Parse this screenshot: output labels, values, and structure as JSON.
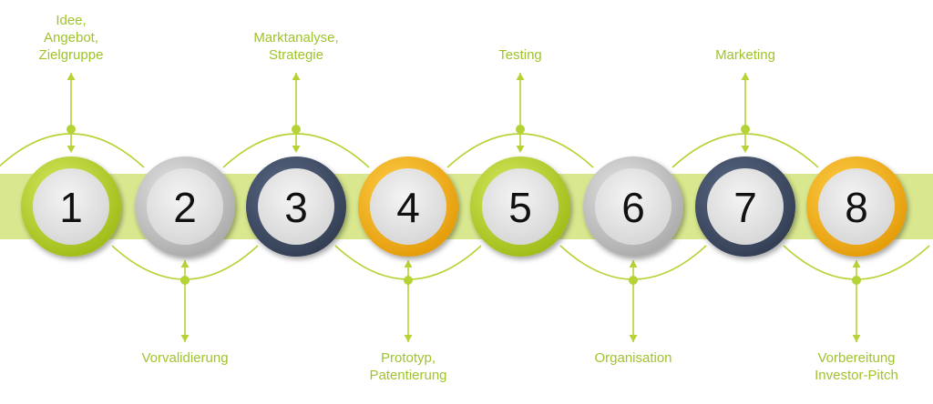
{
  "colors": {
    "band": "#d9e88f",
    "line": "#b5d334",
    "label": "#9fc32b",
    "ring_green": "#b5cf2a",
    "ring_gray": "#c9c9c9",
    "ring_navy": "#44516a",
    "ring_orange": "#f3ae18",
    "inner_fill": "#eaeaea",
    "number": "#111111"
  },
  "steps": [
    {
      "number": "1",
      "label": "Idee,\nAngebot,\nZielgruppe",
      "position": "top",
      "ring": "green"
    },
    {
      "number": "2",
      "label": "Vorvalidierung",
      "position": "bottom",
      "ring": "gray"
    },
    {
      "number": "3",
      "label": "Marktanalyse,\nStrategie",
      "position": "top",
      "ring": "navy"
    },
    {
      "number": "4",
      "label": "Prototyp,\nPatentierung",
      "position": "bottom",
      "ring": "orange"
    },
    {
      "number": "5",
      "label": "Testing",
      "position": "top",
      "ring": "green"
    },
    {
      "number": "6",
      "label": "Organisation",
      "position": "bottom",
      "ring": "gray"
    },
    {
      "number": "7",
      "label": "Marketing",
      "position": "top",
      "ring": "navy"
    },
    {
      "number": "8",
      "label": "Vorbereitung\nInvestor-Pitch",
      "position": "bottom",
      "ring": "orange"
    }
  ]
}
